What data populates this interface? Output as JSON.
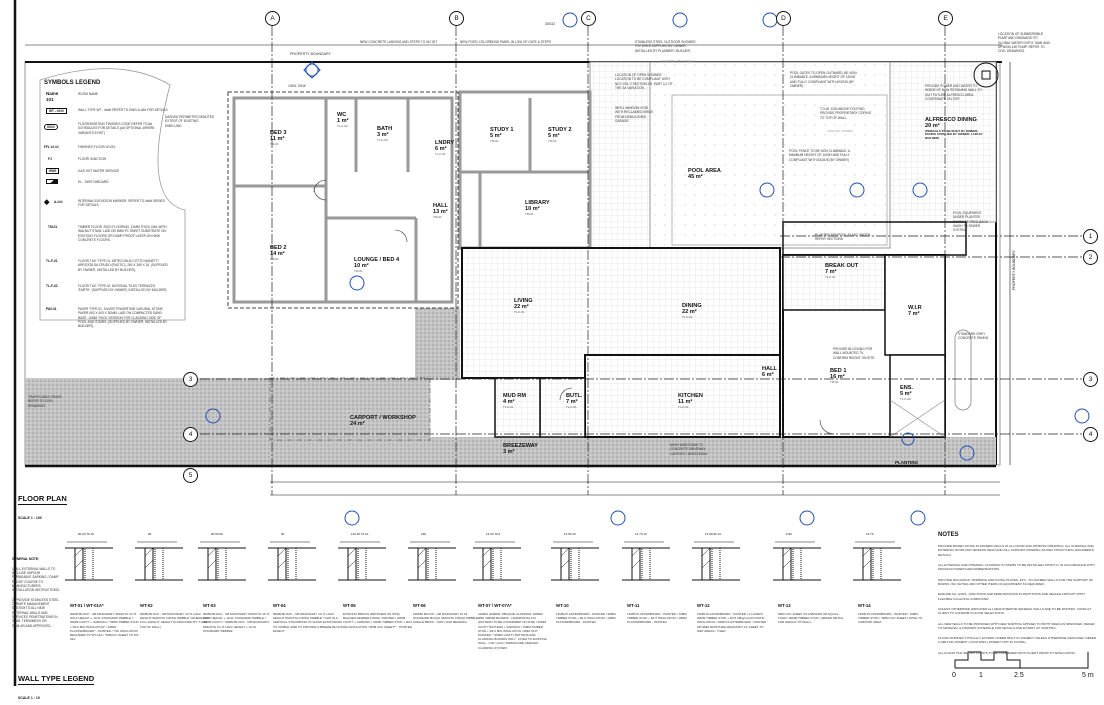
{
  "drawing": {
    "plan_title": "FLOOR PLAN",
    "plan_scale": "SCALE 1 : 100",
    "legend_title": "WALL TYPE LEGEND",
    "legend_scale": "SCALE 1 : 10",
    "property_boundary": "PROPERTY BOUNDARY",
    "property_boundary_side": "PROPERTY BOUNDARY",
    "tank_label": "1000L TANK",
    "overall_dimension": "30532",
    "planting": "PLANTING"
  },
  "grid_letters": [
    "A",
    "B",
    "C",
    "D",
    "E"
  ],
  "grid_numbers": [
    "1",
    "2",
    "3",
    "4",
    "5"
  ],
  "symbols_legend": {
    "title": "SYMBOLS LEGEND",
    "name_sample": "Name",
    "number_sample": "101",
    "items": [
      {
        "symbol": "WT - ####",
        "text": "ROOM NAME"
      },
      {
        "symbol": "WT - ####",
        "text": "WALL TYPE WT - #### REFER TO DWG A-0## FOR DETAILS"
      },
      {
        "symbol": "XX##",
        "text": "FLOOR/SKIRTING FINISHES CODE REFER TO A# SCHEDULES FOR DETAILS (A# OPTIONAL WHERE VARIANTS EXIST)"
      },
      {
        "symbol": "FFL ##.##",
        "text": "FINISHED FLOOR LEVEL"
      },
      {
        "symbol": "FJ",
        "text": "FLOOR JUNCTION"
      },
      {
        "symbol": "HWS",
        "text": "GAS HOT WATER SERVICE"
      },
      {
        "symbol": "",
        "text": "EL - SWITCHBOARD"
      },
      {
        "symbol": "A-###",
        "text": "INTERNAL ELEVATION MARKER. REFER TO #### SERIES FOR DETAILS."
      },
      {
        "symbol": "TM-01",
        "text": "TIMBER FLOOR. RICH FLOORING. 12MM THICK OAK WITH WALNUT STAIN. LAID ON 9MM FC SHEET SUBSTRATE ON EXISTING FLOORS OR DAMP PROOF LAYER ON NEW CONCRETE FLOORS."
      },
      {
        "symbol": "TL-F-01",
        "text": "FLOOR TILE TYPE 01. ARTECONUS COTTO MANETTI ARRITATA DA CRUDO (RUSTIC). 260 X 260 X 15. (SUPPLIED BY OWNER, INSTALLED BY BUILDER)."
      },
      {
        "symbol": "TL-F-02",
        "text": "FLOOR TILE TYPE 02. NATIONAL TILES TERRAZZO 'EARTH'. (SUPPLIED BY OWNER, INSTALLED BY BUILDER)."
      },
      {
        "symbol": "PAV-01",
        "text": "PAVER TYPE 01. SILVER TRAVERTINE NATURAL STONE PAVER 600 X 400 X 30MM. LAID ON COMPACTED SAND BASE. 10MM THICK VERSION FOR CLADDING SIDE OF POOL AND STAIRS. (SUPPLIED BY OWNER, INSTALLED BY BUILDER)."
      }
    ]
  },
  "annotations": {
    "dashed_perimeter": "DASHED PERIMETER DENOTES EXTENT OF EXISTING DWELLING",
    "shower": "STAINLESS STEEL OUTDOOR SHOWER. FIXTURES SUPPLIED BY OWNER, INSTALLED BY PLUMBER / BUILDER.",
    "shower_location": "LOCATION OF OPEN SHOWER. LOCATION TO BE COMPLIANT WITH NCC VOL 2 SECTION 3.9, PART 2.2 OF THE SA VARIATION.",
    "infill": "INFILL WINDOW VOID WITH RECLAIMED BRICK FROM DEMOLISHED GARAGE",
    "pool_gates": "POOL GATES TO OPEN OUTWARD, BE NON CLIMBABLE, A MINIMUM HEIGHT OF 1200H AND FULLY COMPLIANT WITH AS1926 (BY OWNER)",
    "coping": "T.O.W. 1200 ABOVE FOOTING. PROVIDE PROPRIETARY COPING TO TOP OF WALL.",
    "pool_fence": "POOL FENCE TO BE NON CLIMBABLE. A MINIMUM HEIGHT OF 1200H AND FULLY COMPLIANT WITH AS1926 (BY OWNER)",
    "power_water": "PROVIDE POWER AND WATER TO INSIDE OF NEW RETAINING WALL TO SUIT FUTURE ALFRESCO AREA. COORDINATE ON SITE.",
    "pump": "LOCATION OF SUBMERSIBLE PUMP AND DRAINAGE PIT. GLOBAL WATER DXP11 TANK AND DPW250-150 PUMP. REFER TO CIVIL DRAWINGS.",
    "pool_equipment": "POOL EQUIPMENT UNDER PLANTER. CONNECT POOL BACK WASH TO SEWER SYSTEM.",
    "planter_bed": "PLANTER BED/POOL PLANT UNDER - REFER SECTIONS",
    "tv_blocking": "PROVIDE BLOCKING FOR WALL MOUNTED TV. CONFIRM HEIGHT ON SITE.",
    "concrete_paving": "STANDARD GREY CONCRETE PAVING",
    "new_concrete": "NEW CONCRETE LANDING AND STEPS TO NO 007",
    "new_fence": "NEW FIXED COLORBOND PANEL IN LIEU OF GATE & STEPS",
    "lawn": "LAWN (BY OWNER)",
    "planting_owner": "PLANTING (BY OWNER)",
    "new_hardstand": "NEW HARDSTAND TO CONCRETE DRIVEWAY. CARPORT / BREEZEWAY",
    "trafficable": "TRAFFICABLE GRASS. REFER TO CIVIL DRAWINGS"
  },
  "rooms": [
    {
      "name": "BED 3",
      "area": "11 m²",
      "code": "TM-01"
    },
    {
      "name": "WC",
      "area": "1 m²",
      "code": "TL-F-02"
    },
    {
      "name": "BATH",
      "area": "3 m²",
      "code": "TL-F-02"
    },
    {
      "name": "LNDRY",
      "area": "6 m²",
      "code": "TL-F-01"
    },
    {
      "name": "STUDY 1",
      "area": "5 m²",
      "code": "TM-01"
    },
    {
      "name": "STUDY 2",
      "area": "5 m²",
      "code": "TM-01"
    },
    {
      "name": "HALL",
      "area": "13 m²",
      "code": "TM-01"
    },
    {
      "name": "LIBRARY",
      "area": "10 m²",
      "code": "TM-01"
    },
    {
      "name": "BED 2",
      "area": "14 m²",
      "code": "TM-01"
    },
    {
      "name": "LOUNGE / BED 4",
      "area": "10 m²",
      "code": "TM-01"
    },
    {
      "name": "LIVING",
      "area": "22 m²",
      "code": "TL-F-01"
    },
    {
      "name": "DINING",
      "area": "22 m²",
      "code": "TL-F-01"
    },
    {
      "name": "POOL AREA",
      "area": "45 m²",
      "code": ""
    },
    {
      "name": "ALFRESCO DINING",
      "area": "20 m²",
      "code": "(PERGOLA TO BE BUILT BY OWNER, PAVING SUPPLIED BY OWNER, LAID BY BUILDER)"
    },
    {
      "name": "BREAK OUT",
      "area": "7 m²",
      "code": "TL-F-01"
    },
    {
      "name": "W.I.R",
      "area": "7 m²",
      "code": ""
    },
    {
      "name": "HALL",
      "area": "6 m²",
      "code": ""
    },
    {
      "name": "BED 1",
      "area": "16 m²",
      "code": "TM-01"
    },
    {
      "name": "ENS.",
      "area": "5 m²",
      "code": "TL-F-02"
    },
    {
      "name": "KITCHEN",
      "area": "11 m²",
      "code": "TL-F-01"
    },
    {
      "name": "MUD RM",
      "area": "4 m²",
      "code": "TL-F-01"
    },
    {
      "name": "BUTL.",
      "area": "7 m²",
      "code": "TL-F-01"
    },
    {
      "name": "CARPORT / WORKSHOP",
      "area": "24 m²",
      "code": ""
    },
    {
      "name": "BREEZEWAY",
      "area": "3 m²",
      "code": ""
    }
  ],
  "general_notes": {
    "title": "GENERAL NOTE:",
    "items": [
      "1. ALL EXTERNAL WALLS TO INCLUDE VAPOUR PERMEABLE SARKING / DAMP PROOF COURSE TO MANUFACTURERS INSTALLATION INSTRUCTIONS.",
      "2. PROVIDE STAINLESS STEEL TERMITE MANAGEMENT SYSTEM TO ALL NEW EXTERNAL WALLS AND SERVICES PENETRATIONS IN SLAB. TERMIMESH OR SIMILAR AND APPROVED."
    ]
  },
  "wall_types": [
    {
      "id": "WT-01 / WT-01A*",
      "dims": "90 20 70 10",
      "desc": "90MM BLOCK - GB MASONARY SMOOTH 10.71 HALF HEIGHT + 10.01 STANDARD 'PEBBLE' / 20MM CAVITY + SARKING / 70MM TIMBER STUD + R2.0 MIN INSULATION* / 10MM PLASTERBOARD* - PAINTED / *NO INSULATION REQUIRED TO WT-01A / *6MM FC SHEET TO WT-01A"
    },
    {
      "id": "WT-02",
      "dims": "90",
      "desc": "90MM BLOCK - GB MASONARY 10.71 HALF HEIGHT SMOOTH FINISH 'PEBBLE' (WHERE NOT FULL HEIGHT, HEIGHT IS INDICATED BY 'T.O.W' TOP OF WALL)"
    },
    {
      "id": "WT-03",
      "dims": "90 90 90",
      "desc": "90MM BLOCK - GB MASONARY SMOOTH 10.71 HALF HEIGHT + 10.01 STANDARD 'PEBBLE' / 90MM CAVITY / 90MM BLOCK - GB MASONARY SMOOTH 10.71 HALF HEIGHT + 10.01 STANDARD 'PEBBLE'"
    },
    {
      "id": "WT-04",
      "dims": "90",
      "desc": "90MM BLOCK - GB MASONARY 10.71 HALF HEIGHT SMOOTH FINISH 'PEBBLE' *LAID IN A VERTICAL STACKBOND TO SHOW EXTRUSIONS TO VISIBLE SIDE TO PROVIDE A BREEZE BLOCK EFFECT"
    },
    {
      "id": "WT-05",
      "dims": "110 20 70 10",
      "desc": "EXISTING BRICKS (RETAINED ON SITE). BAGGED RENDER FINISH. PAINTED / 20MM CAVITY + SARKING / 70MM TIMBER STUD + R2.0 MIN INSULATION / 9MM CFC SHEET** - PAINTED"
    },
    {
      "id": "WT-06",
      "dims": "190",
      "desc": "190MM BLOCK - GB MASONARY 10.01 STANDARD BLOCK SMOOTH FINISH 'PEBBLE' / SINGLE BRICK - NON LOAD BEARING"
    },
    {
      "id": "WT-07 / WT-07A*",
      "dims": "14 20 70 9",
      "desc": "JAMES HARDIE 'OBLIQUE CLADDING' 200MM AND 300MM BOARDS - HORIZONTAL FIX (PATTERN TO BE CONFIRMED ON SITE) / 20MM CAVITY BATTENS + SARKING / 70MM TIMBER STUD + R2.0 MIN INSULATION / 9MM CFC* PAINTED / *20MM CAVITY BATTENS AND CLADDING BOARDS ONLY - FIXED TO EXISTING WALL. / OR / 14mm TERRACADE CERAMIC CLADDING SYSTEM"
    },
    {
      "id": "WT-10",
      "dims": "13 90 13",
      "desc": "13MM PLASTERBOARD - PAINTED / 90MM TIMBER STUD + R1.5 INSULATION / 13MM PLASTERBOARD - PAINTED"
    },
    {
      "id": "WT-11",
      "dims": "13 70 13",
      "desc": "13MM PLASTERBOARD - PAINTED / 70MM TIMBER STUD + R1.5 INSULATION / 13MM PLASTERBOARD - PAINTED"
    },
    {
      "id": "WT-12",
      "dims": "13 90 90 13",
      "desc": "10MM PLASTERBOARD - PAINTED / 2 LAYERS 90MM TIMBER STUD + R2.5 28kg/m3 ACOUSTIC INSULATION / 10MM PLASTERBOARD - PAINTED OR 9MM MOISTURE RESISTANT FC SHEET TO WET AREAS - TILED"
    },
    {
      "id": "WT-13",
      "dims": "6 90",
      "desc": "6MM CFC SHEET VILLABOARD OR EQUAL - TILED / 90MM TIMBER STUD / (REFER DETAIL FOR HEIGHT OF WALL)"
    },
    {
      "id": "WT-14",
      "dims": "13 70",
      "desc": "13MM PLASTERBOARD - PAINTED / 70MM TIMBER STUD / *9MM CFC SHEET LINING TO CARPORT AREA"
    }
  ],
  "notes": {
    "title": "NOTES",
    "items": [
      "PROVIDE BOXED STUDS IN FRAMED WALLS AT ALL DOOR AND WINDOW OPENINGS. ALL INTERNAL AND EXTERNAL DOOR AND WINDOW HEAD AND SILL SUPPORT FRAMING AS PER STRUCTURAL ENGINEER'S DETAILS.",
      "ALL EXTERNAL AND INTERNAL CLADDING SYSTEMS TO BE INSTALLED STRICTLY IN ACCORDANCE WITH MANUFACTURER'S RECOMMENDATIONS.",
      "PROVIDE NOGGINGS, TRIMMING AND FIXING PLATES, ETC., TO FRAMED WALLS FOR THE SUPPORT OF BASINS, WC SUITES AND OTHER ITEMS OF EQUIPMENT AS REQUIRED.",
      "ENSURE ALL GAPS, JUNCTIONS AND PENETRATIONS IN PARTITIONS ARE SEALED AIRTIGHT WITH FLEXIBLE CAULKING COMPOUND.",
      "UNLESS OTHERWISE INDICATED ALL NEW INTERIOR GENERAL WALLS ARE TO BE PAINTED. CONSULT CLIENT TO CONFIRM COLOUR SELECTIONS.",
      "ALL NEW WALLS TO BE PROVIDED WITH NEW SKIRTING APPLIED TO BOTH SIDES AS SPECIFIED. REFER TO MATERIAL & FINISHES SCHEDULE FOR DETAILS AND EXTENT OF SKIRTING.",
      "FLOOR FINISHES TYPICALLY EXTEND UNDER BUILT IN JOINERY UNLESS OTHERWISE INDICATED. REFER A-### FOR JOINERY LOCATIONS (JOINERY NOT IN SCOPE).",
      "ALL FLOOR TILE SETOUT POINTS TO BE CONFIRMED WITH CLIENT PRIOR TO APPLICATION."
    ]
  },
  "scale_bar": {
    "labels": [
      "0",
      "1",
      "2.5",
      "5 m"
    ]
  },
  "colors": {
    "line": "#111111",
    "wall": "#9a9a9a",
    "gravel": "#bdbdbd",
    "marker": "#1f4fb5",
    "grid_tile": "#d6d6d6"
  }
}
